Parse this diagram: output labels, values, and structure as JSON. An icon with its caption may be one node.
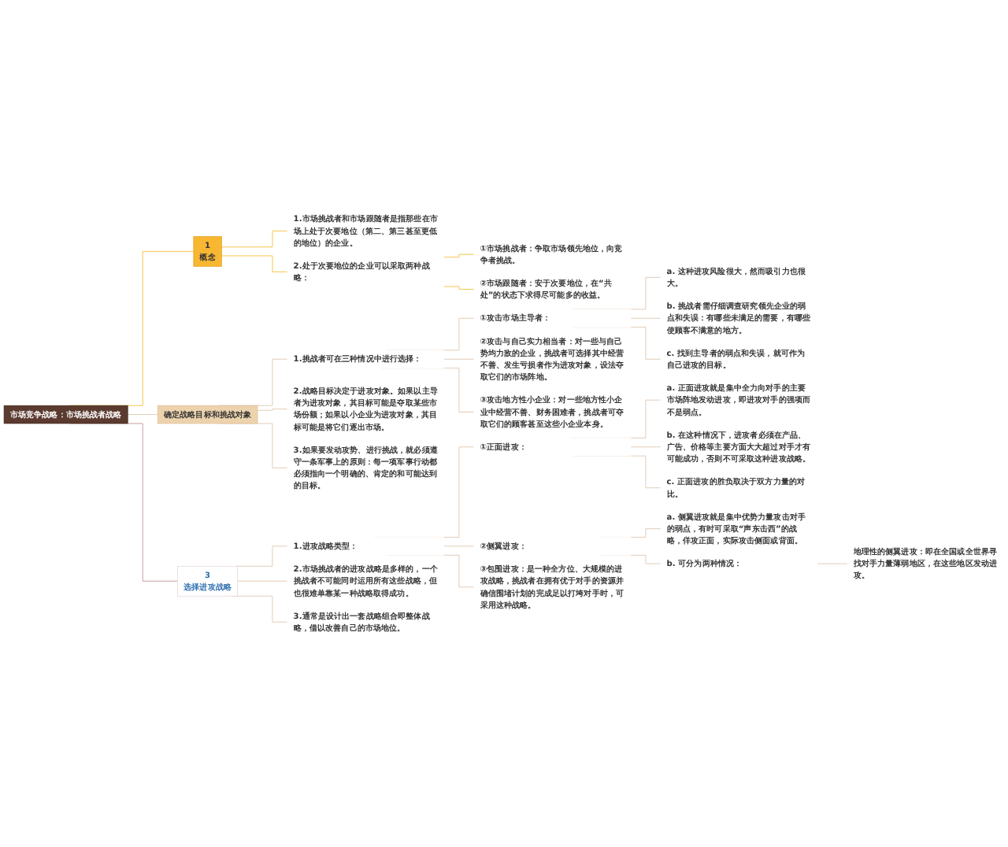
{
  "diagram": {
    "nodes": [
      {
        "text": [
          "市场竞争战略：市场挑战者战略"
        ]
      },
      {
        "text": [
          "1",
          "概念"
        ]
      },
      {
        "text": [
          "1.市场挑战者和市场跟随者是指那些在市场上处于次要地位（第二、第三甚至更低的地位）的企业。"
        ]
      },
      {
        "text": [
          "2.处于次要地位的企业可以采取两种战略："
        ]
      },
      {
        "text": [
          "①市场挑战者：争取市场领先地位，向竞争者挑战。"
        ]
      },
      {
        "text": [
          "②市场跟随者：安于次要地位，在“共处”的状态下求得尽可能多的收益。"
        ]
      },
      {
        "text": [
          "确定战略目标和挑战对象"
        ]
      },
      {
        "text": [
          "1.挑战者可在三种情况中进行选择："
        ]
      },
      {
        "text": [
          "①攻击市场主导者："
        ]
      },
      {
        "text": [
          "a. 这种进攻风险很大，然而吸引力也很大。"
        ]
      },
      {
        "text": [
          "b. 挑战者需仔细调查研究领先企业的弱点和失误：有哪些未满足的需要，有哪些使顾客不满意的地方。"
        ]
      },
      {
        "text": [
          "c. 找到主导者的弱点和失误，就可作为自己进攻的目标。"
        ]
      },
      {
        "text": [
          "②攻击与自己实力相当者：对一些与自己势均力敌的企业，挑战者可选择其中经营不善、发生亏损者作为进攻对象，设法夺取它们的市场阵地。"
        ]
      },
      {
        "text": [
          "③攻击地方性小企业：对一些地方性小企业中经营不善、财务困难者，挑战者可夺取它们的顾客甚至这些小企业本身。"
        ]
      },
      {
        "text": [
          "2.战略目标决定于进攻对象。如果以主导者为进攻对象，其目标可能是夺取某些市场份额；如果以小企业为进攻对象，其目标可能是将它们逐出市场。"
        ]
      },
      {
        "text": [
          "3.如果要发动攻势、进行挑战，就必须遵守一条军事上的原则：每一项军事行动都必须指向一个明确的、肯定的和可能达到的目标。"
        ]
      },
      {
        "text": [
          "3",
          "选择进攻战略"
        ]
      },
      {
        "text": [
          "1.进攻战略类型："
        ]
      },
      {
        "text": [
          "①正面进攻："
        ]
      },
      {
        "text": [
          "a. 正面进攻就是集中全力向对手的主要市场阵地发动进攻，即进攻对手的强项而不是弱点。"
        ]
      },
      {
        "text": [
          "b. 在这种情况下，进攻者必须在产品、广告、价格等主要方面大大超过对手才有可能成功，否则不可采取这种进攻战略。"
        ]
      },
      {
        "text": [
          "c. 正面进攻的胜负取决于双方力量的对比。"
        ]
      },
      {
        "text": [
          "②侧翼进攻："
        ]
      },
      {
        "text": [
          "a. 侧翼进攻就是集中优势力量攻击对手的弱点，有时可采取“声东击西”的战略，佯攻正面，实际攻击侧面或背面。"
        ]
      },
      {
        "text": [
          "b. 可分为两种情况："
        ]
      },
      {
        "text": [
          "地理性的侧翼进攻：即在全国或全世界寻找对手力量薄弱地区，在这些地区发动进攻。"
        ]
      },
      {
        "text": [
          "③包围进攻：是一种全方位、大规模的进攻战略，挑战者在拥有优于对手的资源并确信围堵计划的完成足以打垮对手时，可采用这种战略。"
        ]
      },
      {
        "text": [
          "2.市场挑战者的进攻战略是多样的，一个挑战者不可能同时运用所有这些战略，但也很难单靠某一种战略取得成功。"
        ]
      },
      {
        "text": [
          "3.通常是设计出一套战略组合即整体战略，借以改善自己的市场地位。"
        ]
      }
    ],
    "edges": [
      {
        "from": 0,
        "to": 1,
        "arrow": "none",
        "color": "#f5c342"
      },
      {
        "from": 1,
        "to": 2,
        "arrow": "none",
        "color": "#f5c342"
      },
      {
        "from": 1,
        "to": 3,
        "arrow": "none",
        "color": "#f5c342"
      },
      {
        "from": 3,
        "to": 4,
        "arrow": "none",
        "color": "#f5c342"
      },
      {
        "from": 3,
        "to": 5,
        "arrow": "none",
        "color": "#f5c342"
      },
      {
        "from": 0,
        "to": 6,
        "arrow": "none"
      },
      {
        "from": 6,
        "to": 7,
        "arrow": "none"
      },
      {
        "from": 6,
        "to": 14,
        "arrow": "none"
      },
      {
        "from": 6,
        "to": 15,
        "arrow": "none"
      },
      {
        "from": 7,
        "to": 8,
        "arrow": "none"
      },
      {
        "from": 7,
        "to": 12,
        "arrow": "none"
      },
      {
        "from": 7,
        "to": 13,
        "arrow": "none"
      },
      {
        "from": 8,
        "to": 9,
        "arrow": "none"
      },
      {
        "from": 8,
        "to": 10,
        "arrow": "none"
      },
      {
        "from": 8,
        "to": 11,
        "arrow": "none"
      },
      {
        "from": 0,
        "to": 16,
        "arrow": "none",
        "color": "#c89a9a"
      },
      {
        "from": 16,
        "to": 17,
        "arrow": "none"
      },
      {
        "from": 16,
        "to": 27,
        "arrow": "none"
      },
      {
        "from": 16,
        "to": 28,
        "arrow": "none"
      },
      {
        "from": 17,
        "to": 18,
        "arrow": "none"
      },
      {
        "from": 17,
        "to": 22,
        "arrow": "none"
      },
      {
        "from": 17,
        "to": 26,
        "arrow": "none"
      },
      {
        "from": 18,
        "to": 19,
        "arrow": "none"
      },
      {
        "from": 18,
        "to": 20,
        "arrow": "none"
      },
      {
        "from": 18,
        "to": 21,
        "arrow": "none"
      },
      {
        "from": 22,
        "to": 23,
        "arrow": "none"
      },
      {
        "from": 22,
        "to": 24,
        "arrow": "none"
      },
      {
        "from": 24,
        "to": 25,
        "arrow": "none"
      }
    ]
  }
}
